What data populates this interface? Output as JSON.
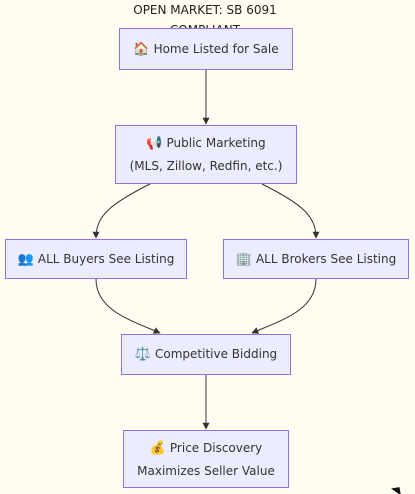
{
  "title": {
    "line1": "OPEN MARKET: SB 6091",
    "line2": "COMPLIANT"
  },
  "nodes": {
    "home_listed": {
      "icon": "🏠",
      "icon_name": "house-icon",
      "label": "Home Listed for Sale"
    },
    "public_marketing": {
      "icon": "📢",
      "icon_name": "megaphone-icon",
      "label": "Public Marketing",
      "sublabel": "(MLS, Zillow, Redfin, etc.)"
    },
    "all_buyers": {
      "icon": "👥",
      "icon_name": "people-icon",
      "label": "ALL Buyers See Listing"
    },
    "all_brokers": {
      "icon": "🏢",
      "icon_name": "office-building-icon",
      "label": "ALL Brokers See Listing"
    },
    "competitive_bidding": {
      "icon": "⚖️",
      "icon_name": "scales-icon",
      "label": "Competitive Bidding"
    },
    "price_discovery": {
      "icon": "💰",
      "icon_name": "money-bag-icon",
      "label": "Price Discovery",
      "sublabel": "Maximizes Seller Value"
    }
  },
  "colors": {
    "node_fill": "#ececff",
    "node_border": "#9370db",
    "edge": "#333333",
    "background": "#fffdf2"
  }
}
